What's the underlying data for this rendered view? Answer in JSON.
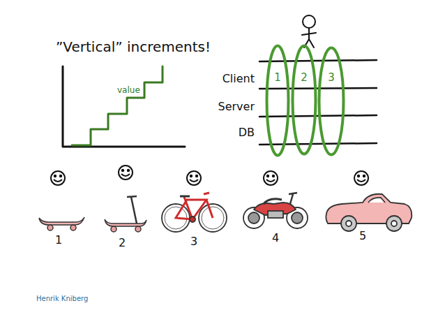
{
  "diagram": {
    "title": "”Vertical” increments!",
    "nodes": [
      {
        "text": [
          "1"
        ]
      },
      {
        "text": [
          "2"
        ]
      },
      {
        "text": [
          "3"
        ]
      }
    ],
    "labels": [
      "value",
      "Client",
      "Server",
      "DB",
      "1",
      "2",
      "3",
      "4",
      "5",
      "Henrik Kniberg"
    ]
  }
}
